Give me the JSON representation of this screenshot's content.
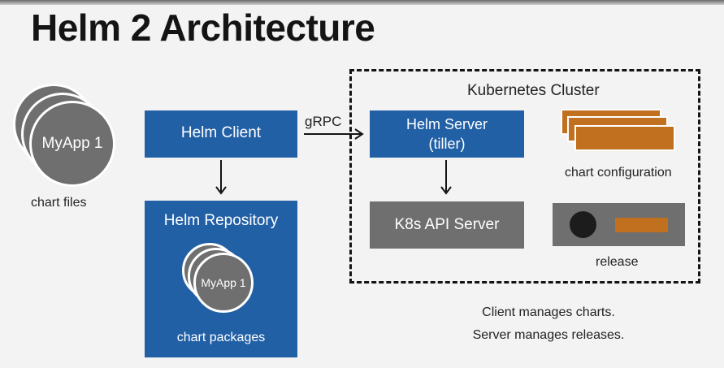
{
  "title": "Helm 2 Architecture",
  "chart_files": {
    "disc_label": "MyApp 1",
    "caption": "chart files"
  },
  "helm_client": {
    "label": "Helm Client"
  },
  "helm_repository": {
    "title": "Helm Repository",
    "disc_label": "MyApp 1",
    "caption": "chart packages"
  },
  "connection": {
    "protocol": "gRPC"
  },
  "cluster": {
    "title": "Kubernetes Cluster",
    "helm_server": {
      "line1": "Helm Server",
      "line2": "(tiller)"
    },
    "k8s_api_server": {
      "label": "K8s API Server"
    },
    "chart_configuration": {
      "caption": "chart configuration"
    },
    "release": {
      "caption": "release"
    }
  },
  "notes": [
    "Client manages charts.",
    "Server manages releases."
  ],
  "colors": {
    "blue": "#2260a6",
    "gray": "#6f6f6f",
    "orange": "#c1701f",
    "dark": "#141414"
  }
}
